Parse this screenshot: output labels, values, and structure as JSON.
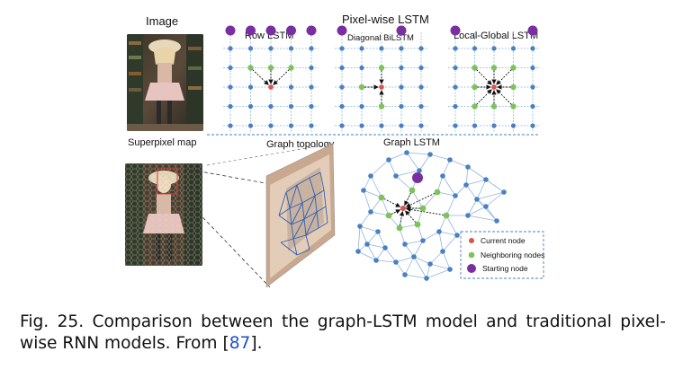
{
  "figure": {
    "image_label": "Image",
    "superpixel_label": "Superpixel map",
    "pixelwise_title": "Pixel-wise LSTM",
    "row_lstm_label": "Row LSTM",
    "diagonal_label": "Diagonal BiLSTM",
    "local_global_label": "Local-Global LSTM",
    "graph_topology_label": "Graph topology",
    "graph_lstm_label": "Graph LSTM",
    "legend": {
      "current": "Current node",
      "neighboring": "Neighboring nodes",
      "starting": "Starting node"
    },
    "colors": {
      "grid_line": "#8fb6dc",
      "grid_node": "#4a7fc1",
      "current_node": "#d9534f",
      "neighbor_node": "#7ec35a",
      "start_node": "#7a2fa0",
      "arrow": "#111111",
      "topology_line": "#2d5fb3"
    }
  },
  "caption": {
    "prefix": "Fig. 25. Comparison between the graph-LSTM model and traditional pixel-wise RNN models. From [",
    "ref": "87",
    "suffix": "]."
  }
}
